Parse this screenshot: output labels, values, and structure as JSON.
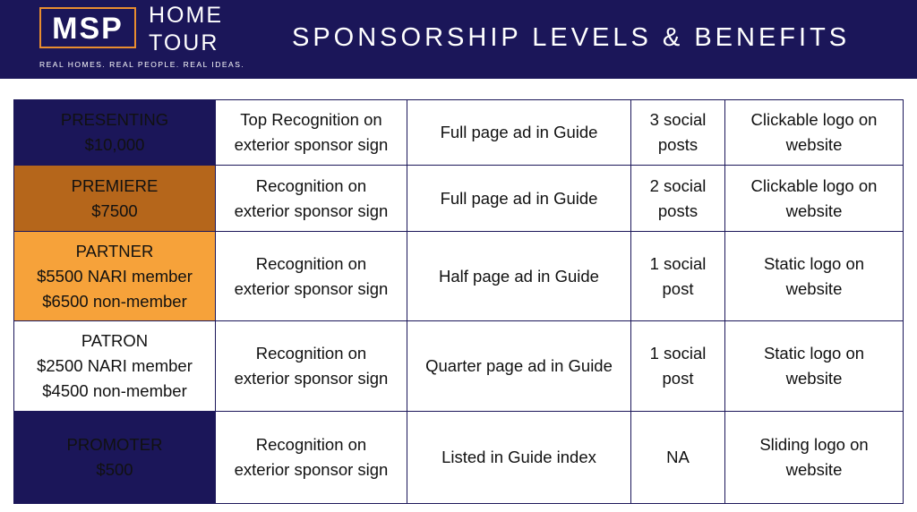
{
  "header": {
    "logo_msp": "MSP",
    "logo_home": "HOME",
    "logo_tour": "TOUR",
    "tagline": "REAL HOMES. REAL PEOPLE. REAL IDEAS.",
    "title": "SPONSORSHIP LEVELS & BENEFITS"
  },
  "colors": {
    "header_bg": "#1b1659",
    "logo_border": "#e98d2f",
    "presenting": "#1b1659",
    "premiere": "#b5661b",
    "partner": "#f6a23a",
    "patron": "#ffffff",
    "promoter": "#1b1659"
  },
  "rows": [
    {
      "level": [
        "PRESENTING",
        "$10,000"
      ],
      "sign": [
        "Top Recognition on",
        "exterior sponsor sign"
      ],
      "ad": "Full page ad in Guide",
      "social": [
        "3 social",
        "posts"
      ],
      "logo": [
        "Clickable logo on",
        "website"
      ]
    },
    {
      "level": [
        "PREMIERE",
        "$7500"
      ],
      "sign": [
        "Recognition on",
        "exterior sponsor sign"
      ],
      "ad": "Full page ad in Guide",
      "social": [
        "2 social",
        "posts"
      ],
      "logo": [
        "Clickable logo on",
        "website"
      ]
    },
    {
      "level": [
        "PARTNER",
        "$5500 NARI member",
        "$6500 non-member"
      ],
      "sign": [
        "Recognition on",
        "exterior sponsor sign"
      ],
      "ad": "Half page ad in Guide",
      "social": [
        "1 social",
        "post"
      ],
      "logo": [
        "Static logo on",
        "website"
      ]
    },
    {
      "level": [
        "PATRON",
        "$2500 NARI member",
        "$4500 non-member"
      ],
      "sign": [
        "Recognition on",
        "exterior sponsor sign"
      ],
      "ad": "Quarter page ad in Guide",
      "social": [
        "1 social",
        "post"
      ],
      "logo": [
        "Static logo on",
        "website"
      ]
    },
    {
      "level": [
        "PROMOTER",
        "$500"
      ],
      "sign": [
        "Recognition on",
        "exterior sponsor sign"
      ],
      "ad": "Listed in Guide index",
      "social": [
        "NA"
      ],
      "logo": [
        "Sliding logo on",
        "website"
      ]
    }
  ]
}
